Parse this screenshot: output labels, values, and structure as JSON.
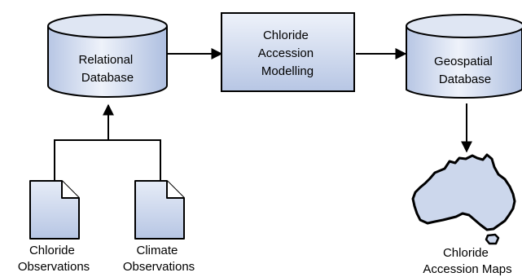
{
  "nodes": {
    "relational_db": {
      "lines": [
        "Relational",
        "Database"
      ]
    },
    "modelling": {
      "lines": [
        "Chloride",
        "Accession",
        "Modelling"
      ]
    },
    "geospatial_db": {
      "lines": [
        "Geospatial",
        "Database"
      ]
    },
    "chloride_obs": {
      "lines": [
        "Chloride",
        "Observations"
      ]
    },
    "climate_obs": {
      "lines": [
        "Climate",
        "Observations"
      ]
    },
    "maps": {
      "lines": [
        "Chloride",
        "Accession Maps"
      ]
    }
  },
  "colors": {
    "fill_light": "#eef2fa",
    "fill_dark": "#b7c6e4",
    "stroke": "#000000"
  }
}
